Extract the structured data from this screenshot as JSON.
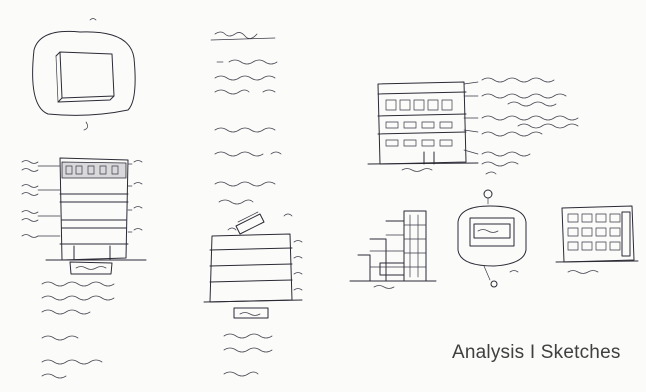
{
  "slide": {
    "title": "Analysis I Sketches"
  },
  "sketches": [
    {
      "id": "plan-diamond",
      "icon": "square-plan-sketch"
    },
    {
      "id": "site-notes-center",
      "icon": "handwritten-notes-sketch"
    },
    {
      "id": "elevation-left",
      "icon": "elevation-sketch"
    },
    {
      "id": "section-center",
      "icon": "section-sketch"
    },
    {
      "id": "elevation-right",
      "icon": "annotated-elevation-sketch"
    },
    {
      "id": "massing-stepped",
      "icon": "stepped-massing-sketch"
    },
    {
      "id": "plan-circle",
      "icon": "site-plan-sketch"
    },
    {
      "id": "facade-grid",
      "icon": "facade-grid-sketch"
    }
  ],
  "colors": {
    "ink": "#2a2a35",
    "title": "#404040",
    "background": "#fbfbfa"
  }
}
